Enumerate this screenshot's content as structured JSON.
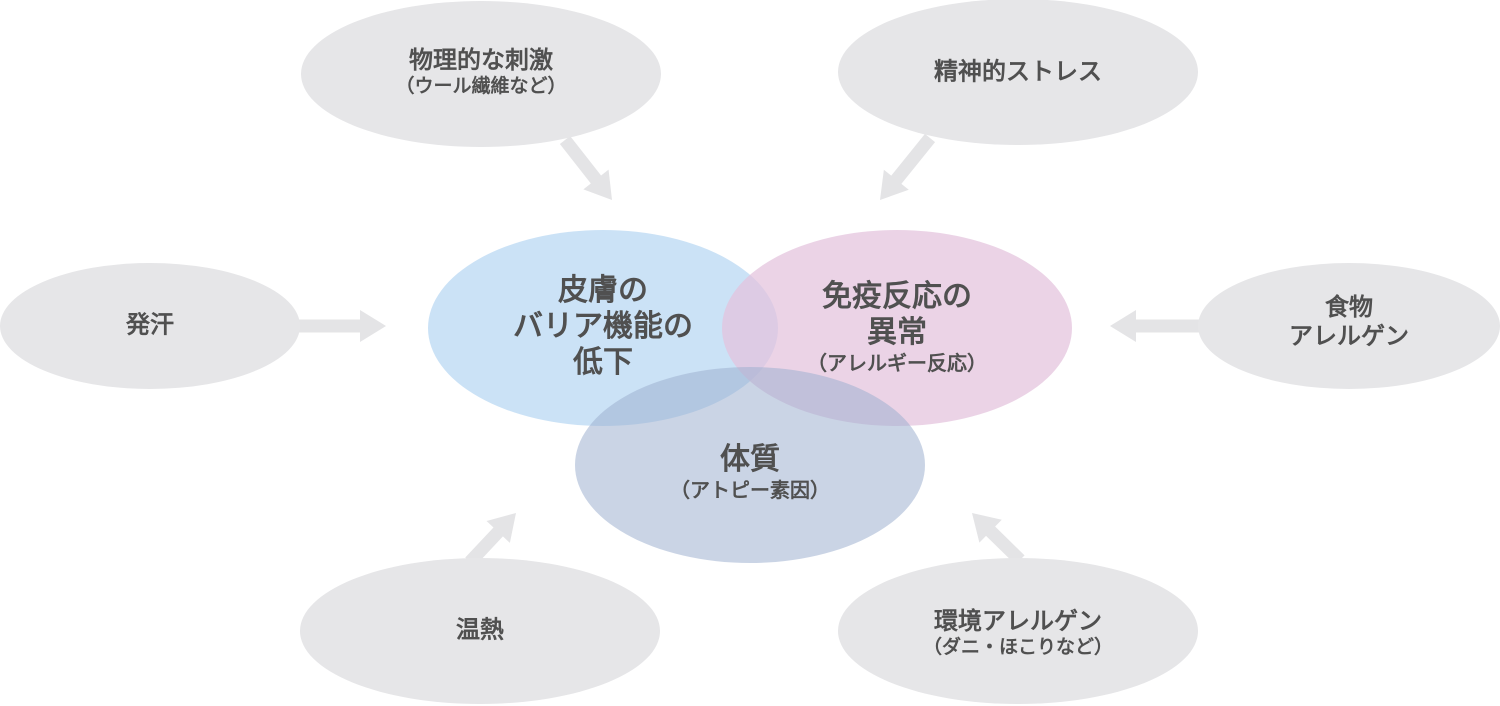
{
  "colors": {
    "factor_fill": "#e6e6e8",
    "arrow": "#e4e4e6",
    "skin_fill": "#b7d7f3",
    "immune_fill": "#e3c2dc",
    "constitution_fill": "#9fb0cf",
    "text": "#505050"
  },
  "core": {
    "skin": {
      "lines": [
        "皮膚の",
        "バリア機能の",
        "低下"
      ]
    },
    "immune": {
      "lines": [
        "免疫反応の",
        "異常"
      ],
      "sub": "（アレルギー反応）"
    },
    "constitution": {
      "lines": [
        "体質"
      ],
      "sub": "（アトピー素因）"
    }
  },
  "factors": [
    {
      "id": "physical-stimulus",
      "lines": [
        "物理的な刺激"
      ],
      "sub": "（ウール繊維など）",
      "arrow_direction": "down-right"
    },
    {
      "id": "mental-stress",
      "lines": [
        "精神的ストレス"
      ],
      "sub": "",
      "arrow_direction": "down-left"
    },
    {
      "id": "sweating",
      "lines": [
        "発汗"
      ],
      "sub": "",
      "arrow_direction": "right"
    },
    {
      "id": "food-allergen",
      "lines": [
        "食物",
        "アレルゲン"
      ],
      "sub": "",
      "arrow_direction": "left"
    },
    {
      "id": "heat",
      "lines": [
        "温熱"
      ],
      "sub": "",
      "arrow_direction": "up-right"
    },
    {
      "id": "environmental-allergen",
      "lines": [
        "環境アレルゲン"
      ],
      "sub": "（ダニ・ほこりなど）",
      "arrow_direction": "up-left"
    }
  ]
}
